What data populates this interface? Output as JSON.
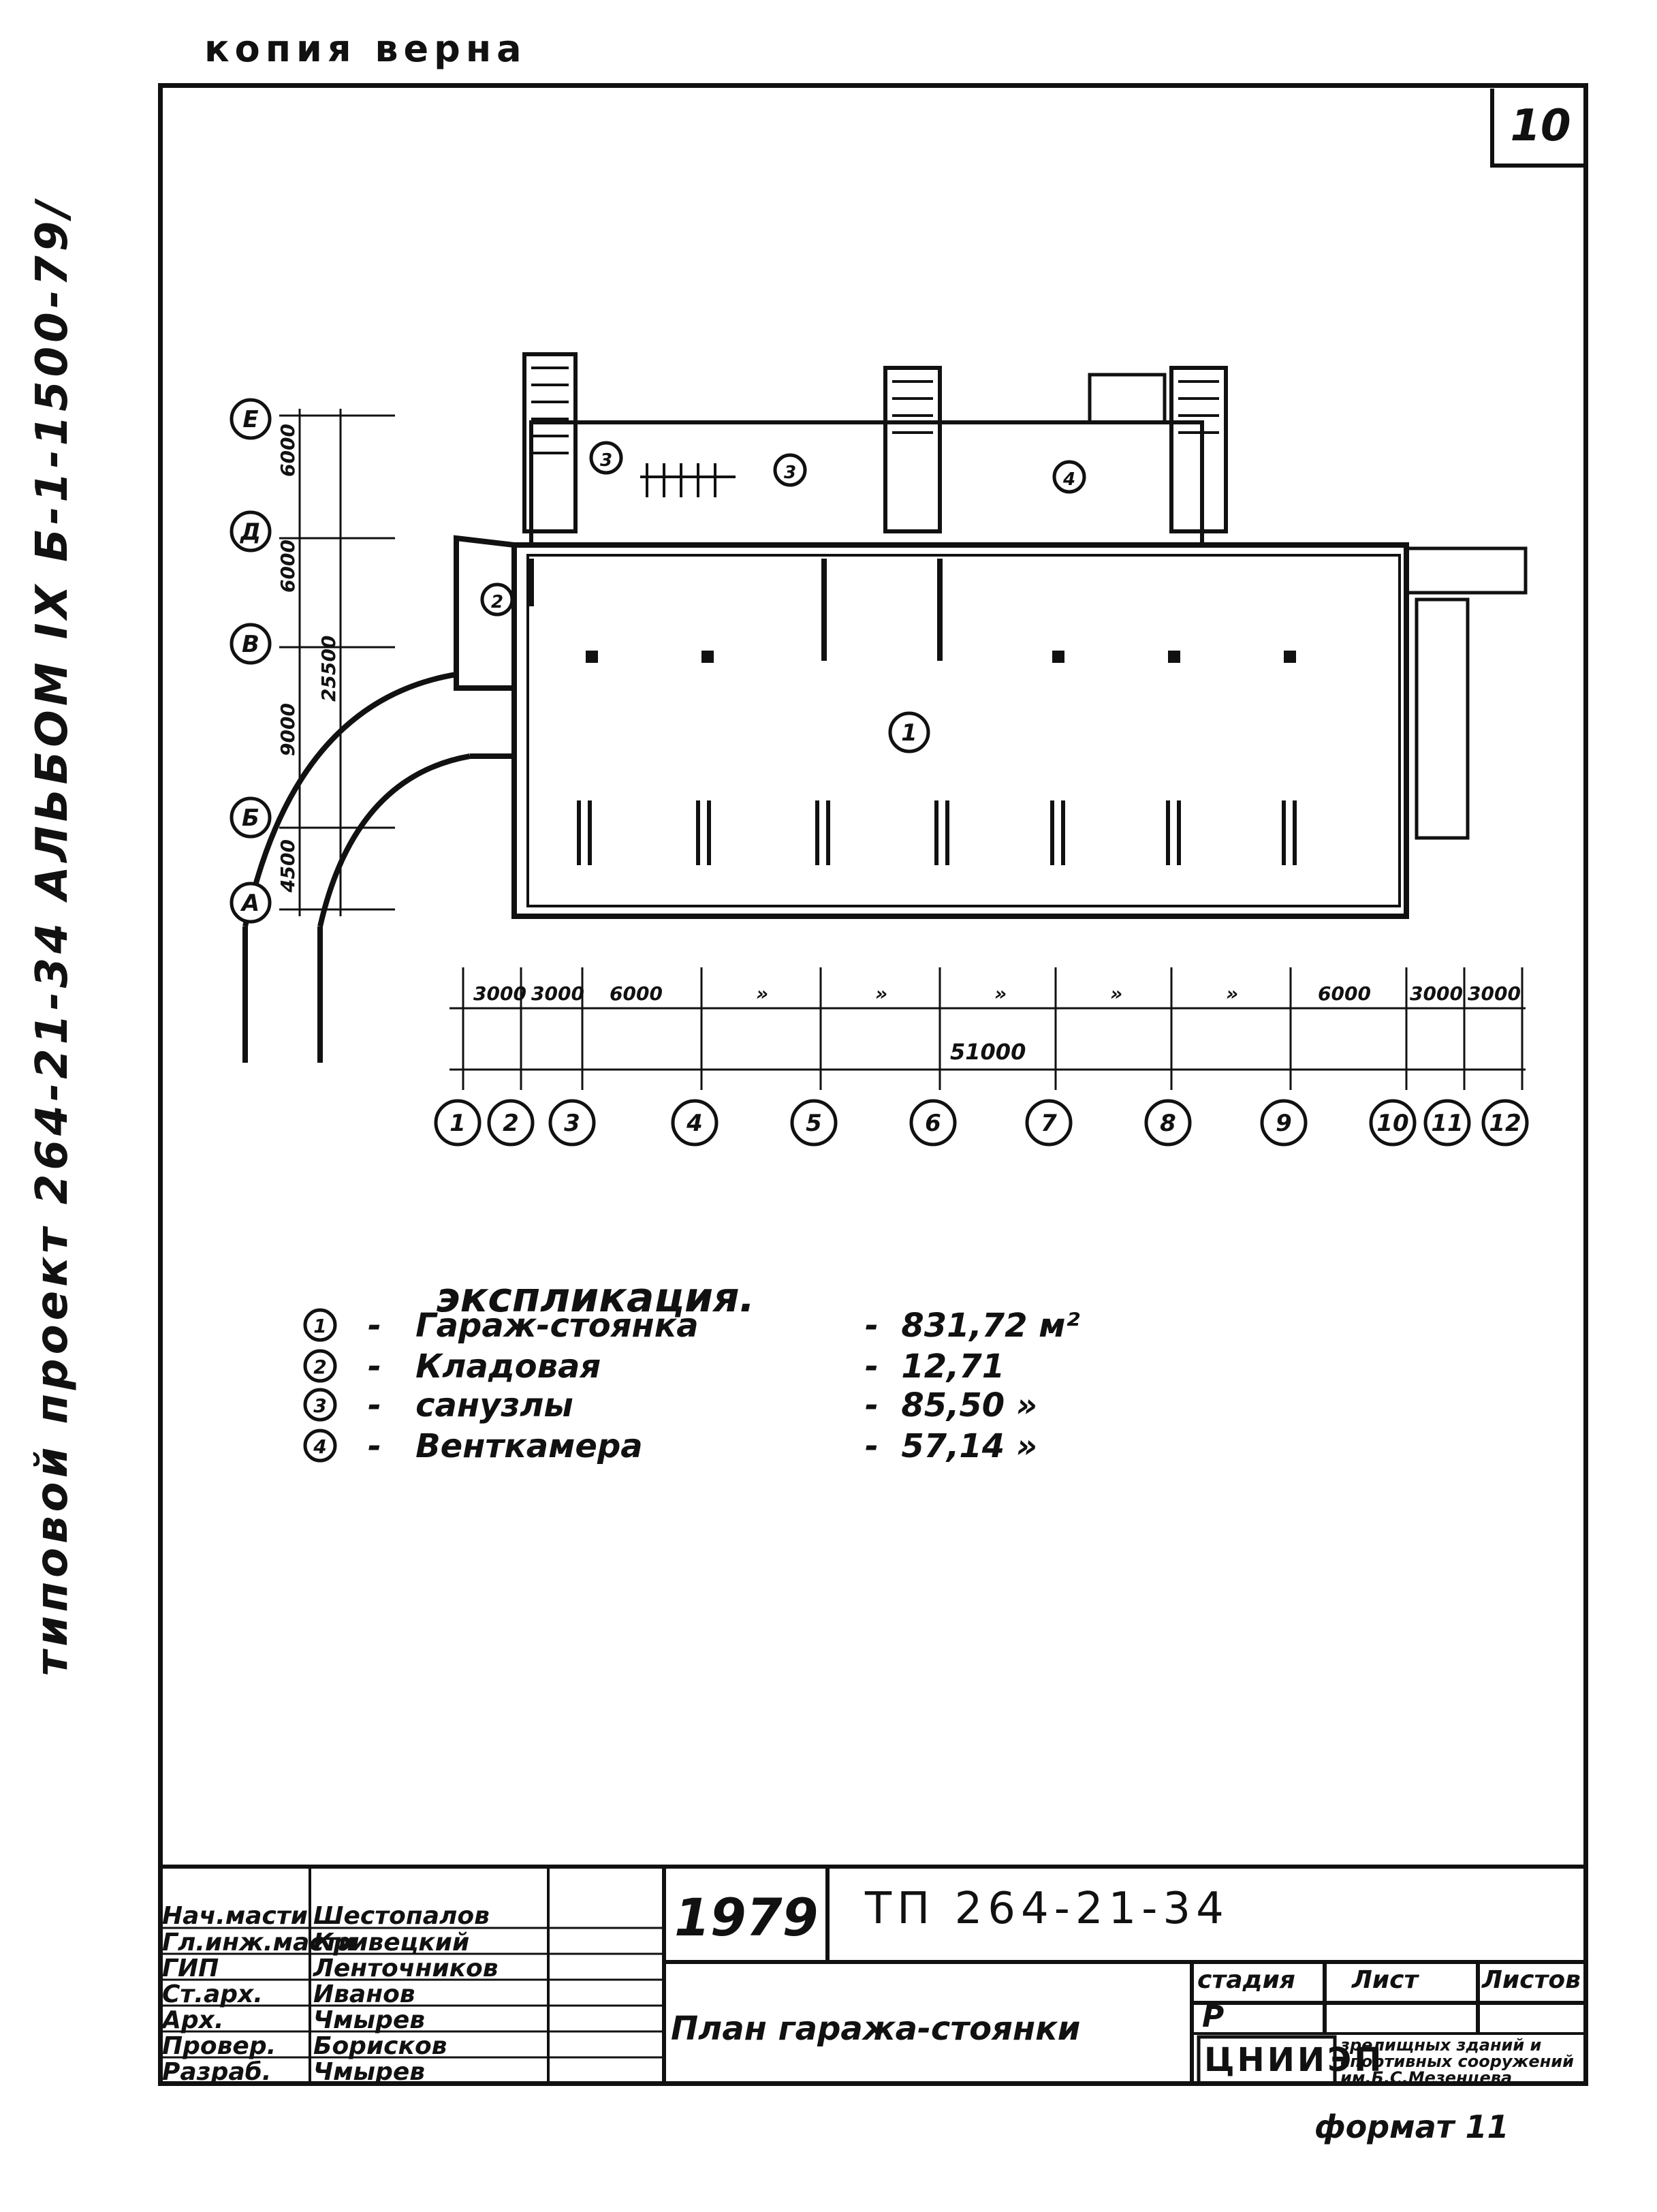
{
  "header_note": "копия верна",
  "sheet_number": "10",
  "side_label": "типовой проект 264-21-34 АЛЬБОМ IX Б-1-1500-79/",
  "plan": {
    "row_axes": [
      "Е",
      "Д",
      "В",
      "Б",
      "А"
    ],
    "row_dims": [
      "6000",
      "6000",
      "9000",
      "4500"
    ],
    "row_total": "25500",
    "col_axes": [
      "1",
      "2",
      "3",
      "4",
      "5",
      "6",
      "7",
      "8",
      "9",
      "10",
      "11",
      "12"
    ],
    "col_dims": [
      "3000",
      "3000",
      "6000",
      "»",
      "»",
      "»",
      "»",
      "»",
      "6000",
      "3000",
      "3000"
    ],
    "col_total": "51000",
    "room_marks": [
      "1",
      "2",
      "3",
      "3",
      "4"
    ]
  },
  "explication": {
    "title": "экспликация.",
    "rows": [
      {
        "mark": "1",
        "name": "Гараж-стоянка",
        "area": "831,72 м²"
      },
      {
        "mark": "2",
        "name": "Кладовая",
        "area": "12,71"
      },
      {
        "mark": "3",
        "name": "санузлы",
        "area": "85,50 »"
      },
      {
        "mark": "4",
        "name": "Венткамера",
        "area": "57,14 »"
      }
    ]
  },
  "title_block": {
    "year": "1979",
    "code": "ТП 264-21-34",
    "sheet_title": "План гаража-стоянки",
    "roles": [
      {
        "role": "Нач.масти",
        "name": "Шестопалов"
      },
      {
        "role": "Гл.инж.масти",
        "name": "Кривецкий"
      },
      {
        "role": "ГИП",
        "name": "Ленточников"
      },
      {
        "role": "Ст.арх.",
        "name": "Иванов"
      },
      {
        "role": "Арх.",
        "name": "Чмырев"
      },
      {
        "role": "Провер.",
        "name": "Борисков"
      },
      {
        "role": "Разраб.",
        "name": "Чмырев"
      }
    ],
    "stage_header": "стадия",
    "sheet_header": "Лист",
    "sheets_header": "Листов",
    "stage_value": "Р",
    "org_logo": "ЦНИИЭП",
    "org_name": "зрелищных зданий и спортивных сооружений им.Б.С.Мезенцева"
  },
  "format_note": "формат 11"
}
